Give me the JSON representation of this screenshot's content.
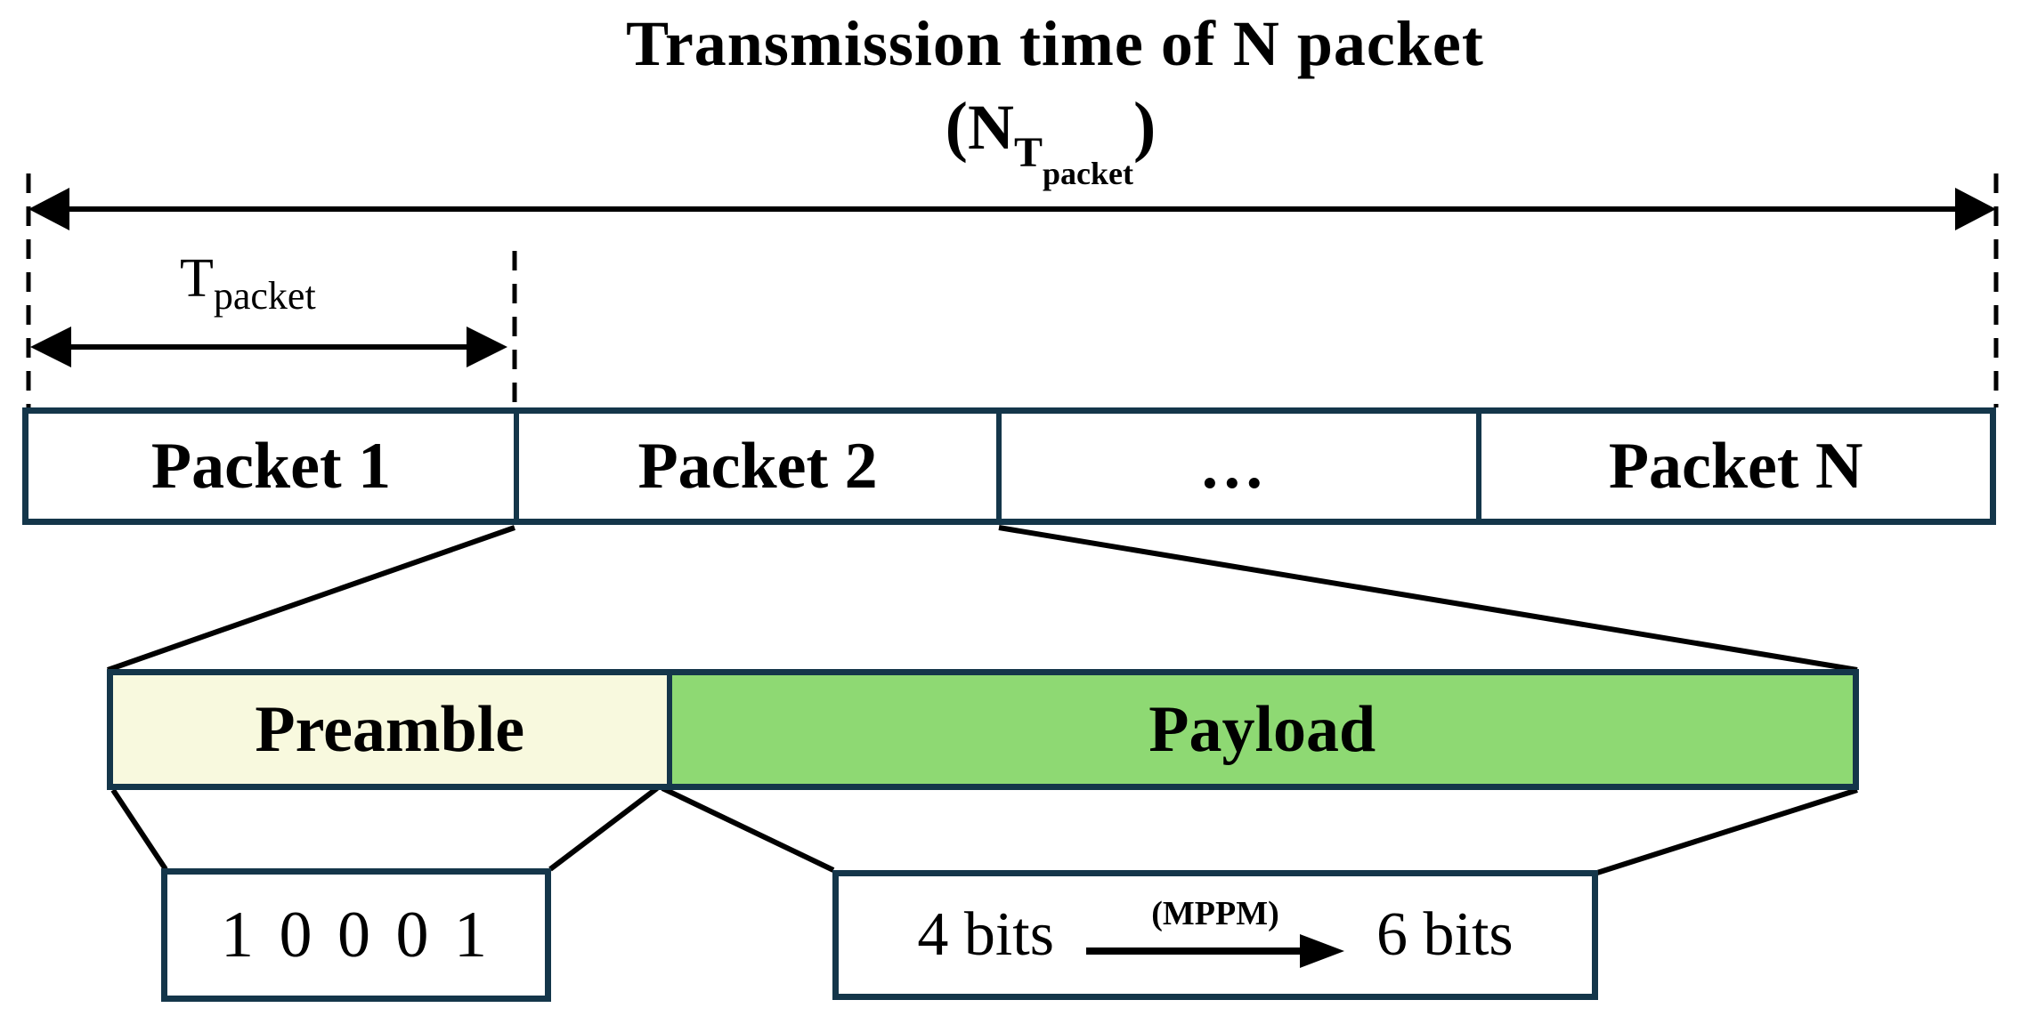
{
  "colors": {
    "box_border": "#14364a",
    "preamble_fill": "#f8f9de",
    "payload_fill": "#8ed973",
    "line": "#000000",
    "background": "#ffffff"
  },
  "title": {
    "line1": "Transmission time of N packet",
    "formula": {
      "open": "(",
      "base": "N",
      "sub": "T",
      "subsub": "packet",
      "close": ")"
    }
  },
  "tpacket_label": {
    "base": "T",
    "sub": "packet"
  },
  "packet_row": {
    "cells": [
      "Packet 1",
      "Packet 2",
      "…",
      "Packet N"
    ]
  },
  "frame_row": {
    "preamble": "Preamble",
    "payload": "Payload"
  },
  "preamble_detail": {
    "bits": "1 0 0 0 1"
  },
  "payload_detail": {
    "left": "4 bits",
    "arrow_label": "(MPPM)",
    "right": "6 bits"
  }
}
